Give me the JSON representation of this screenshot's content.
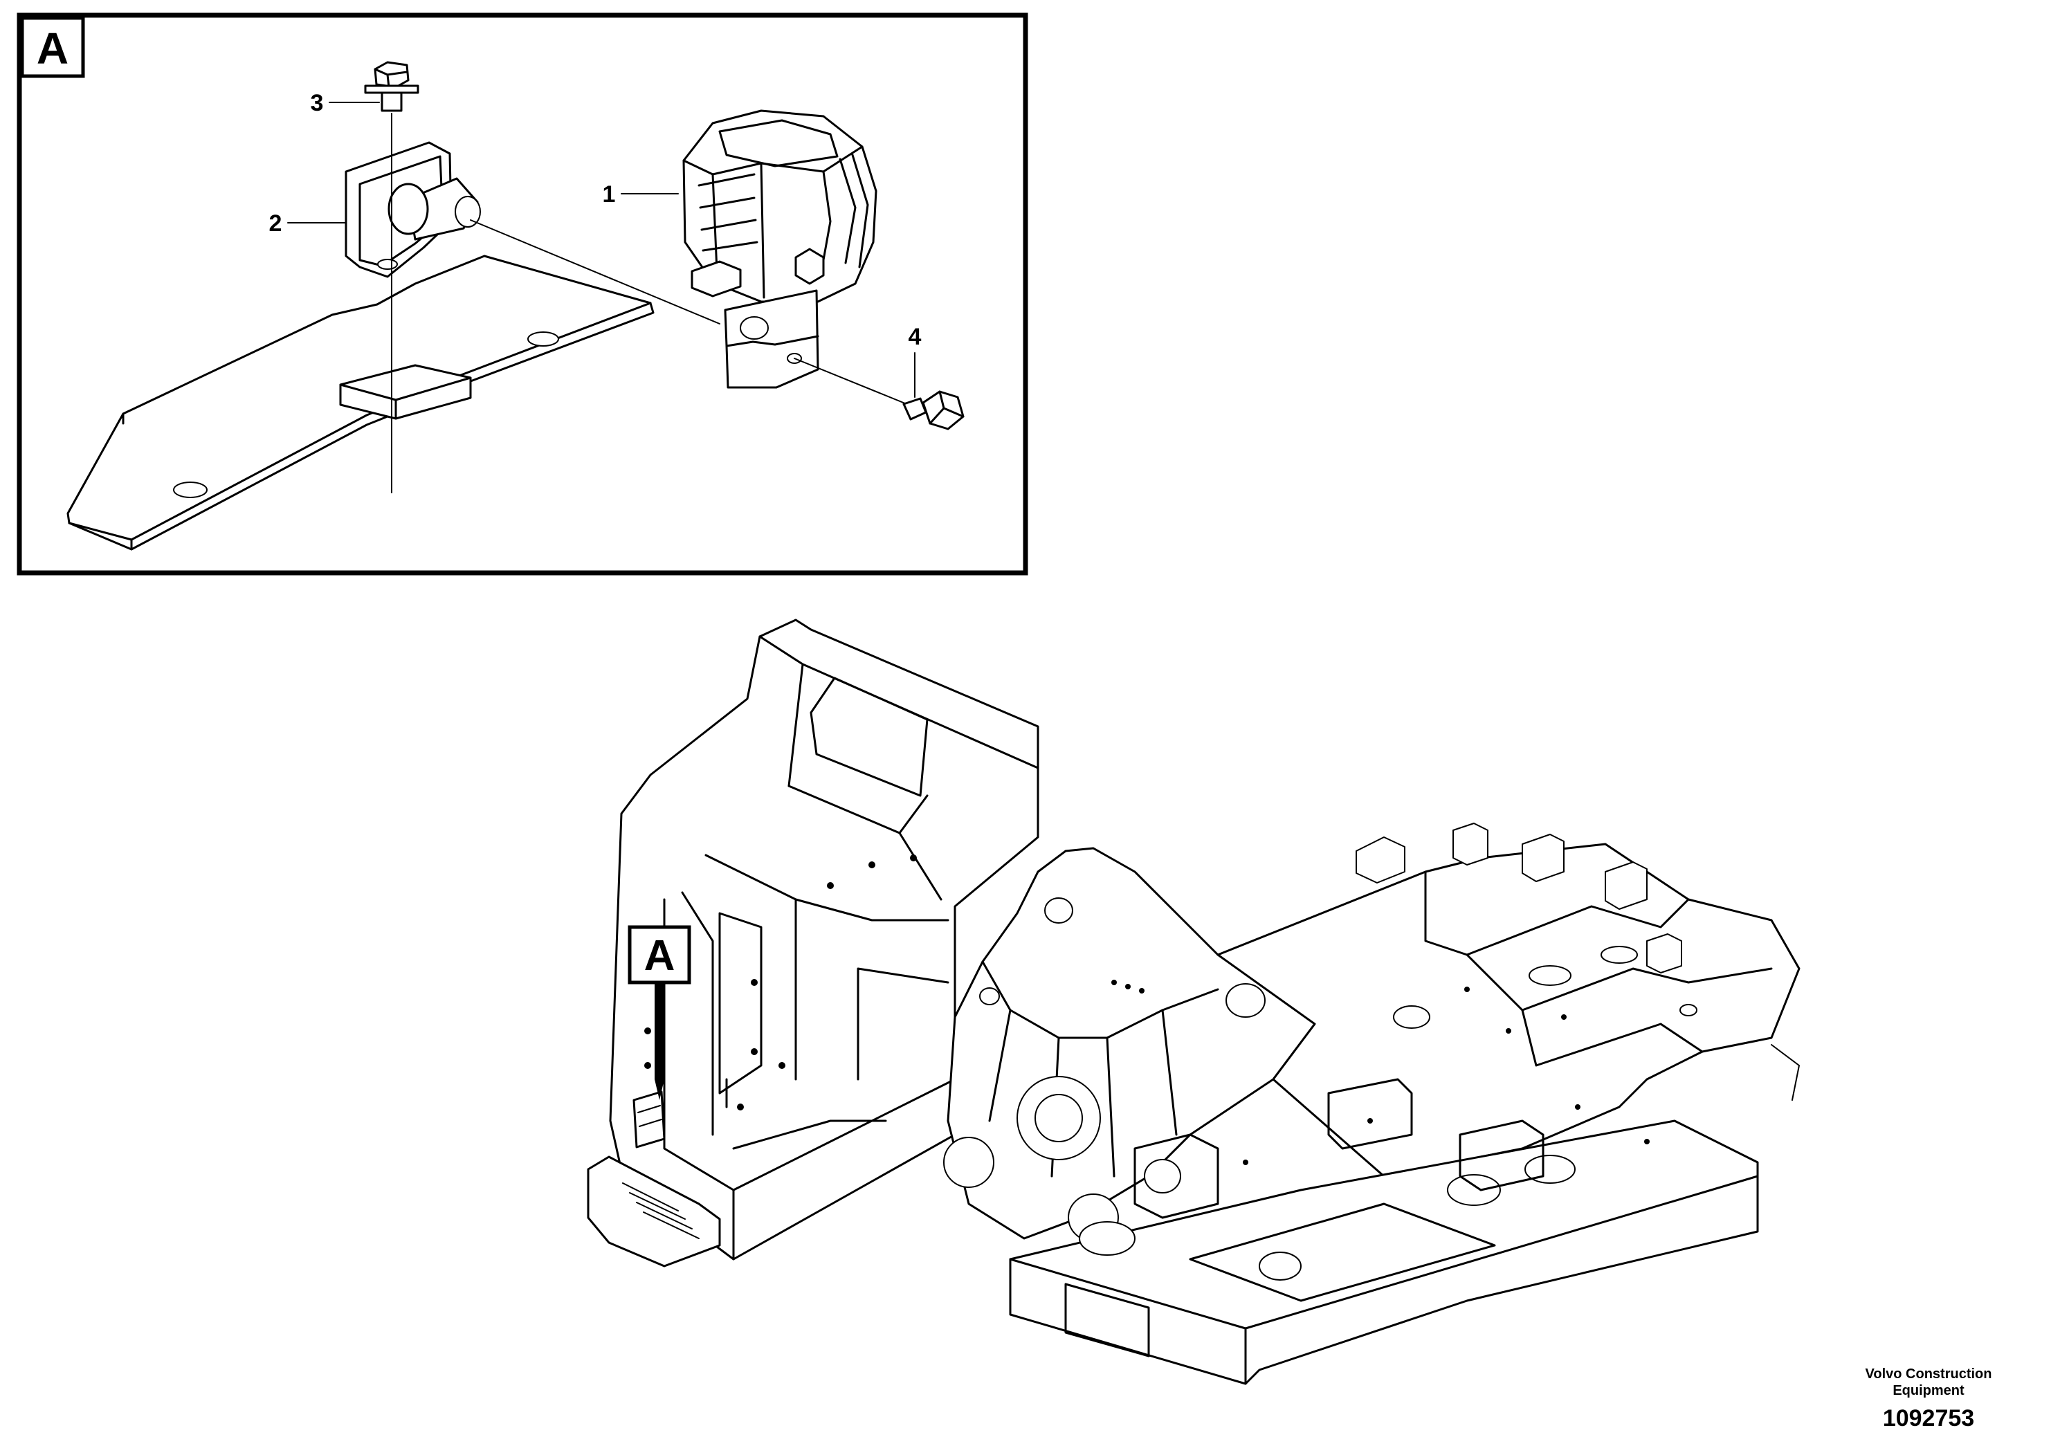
{
  "detail_view": {
    "label": "A",
    "callouts": [
      {
        "id": "1",
        "text": "1"
      },
      {
        "id": "2",
        "text": "2"
      },
      {
        "id": "3",
        "text": "3"
      },
      {
        "id": "4",
        "text": "4"
      }
    ]
  },
  "main_view": {
    "detail_marker_label": "A"
  },
  "publisher": {
    "line1": "Volvo Construction",
    "line2": "Equipment",
    "drawing_number": "1092753"
  }
}
